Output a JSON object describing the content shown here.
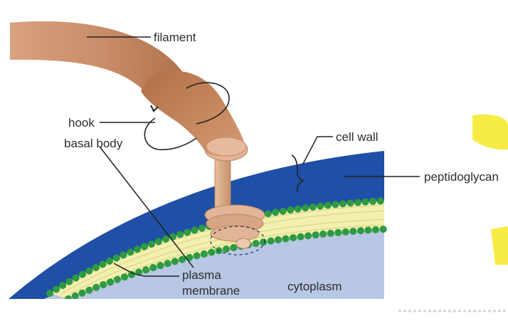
{
  "labels": {
    "filament": "filament",
    "hook": "hook",
    "basal_body": "basal body",
    "cell_wall": "cell wall",
    "peptidoglycan": "peptidoglycan",
    "plasma": "plasma",
    "membrane": "membrane",
    "cytoplasm": "cytoplasm"
  },
  "colors": {
    "filament": "#c98e6a",
    "filament_dark": "#a8683f",
    "basal_body": "#dfb091",
    "peptidoglycan": "#1f4fa6",
    "cytoplasm": "#b8c7e4",
    "membrane_head": "#2e9a42",
    "membrane_tail": "#f3efb0",
    "leader": "#222222",
    "accent_yellow": "#f7ec46"
  }
}
